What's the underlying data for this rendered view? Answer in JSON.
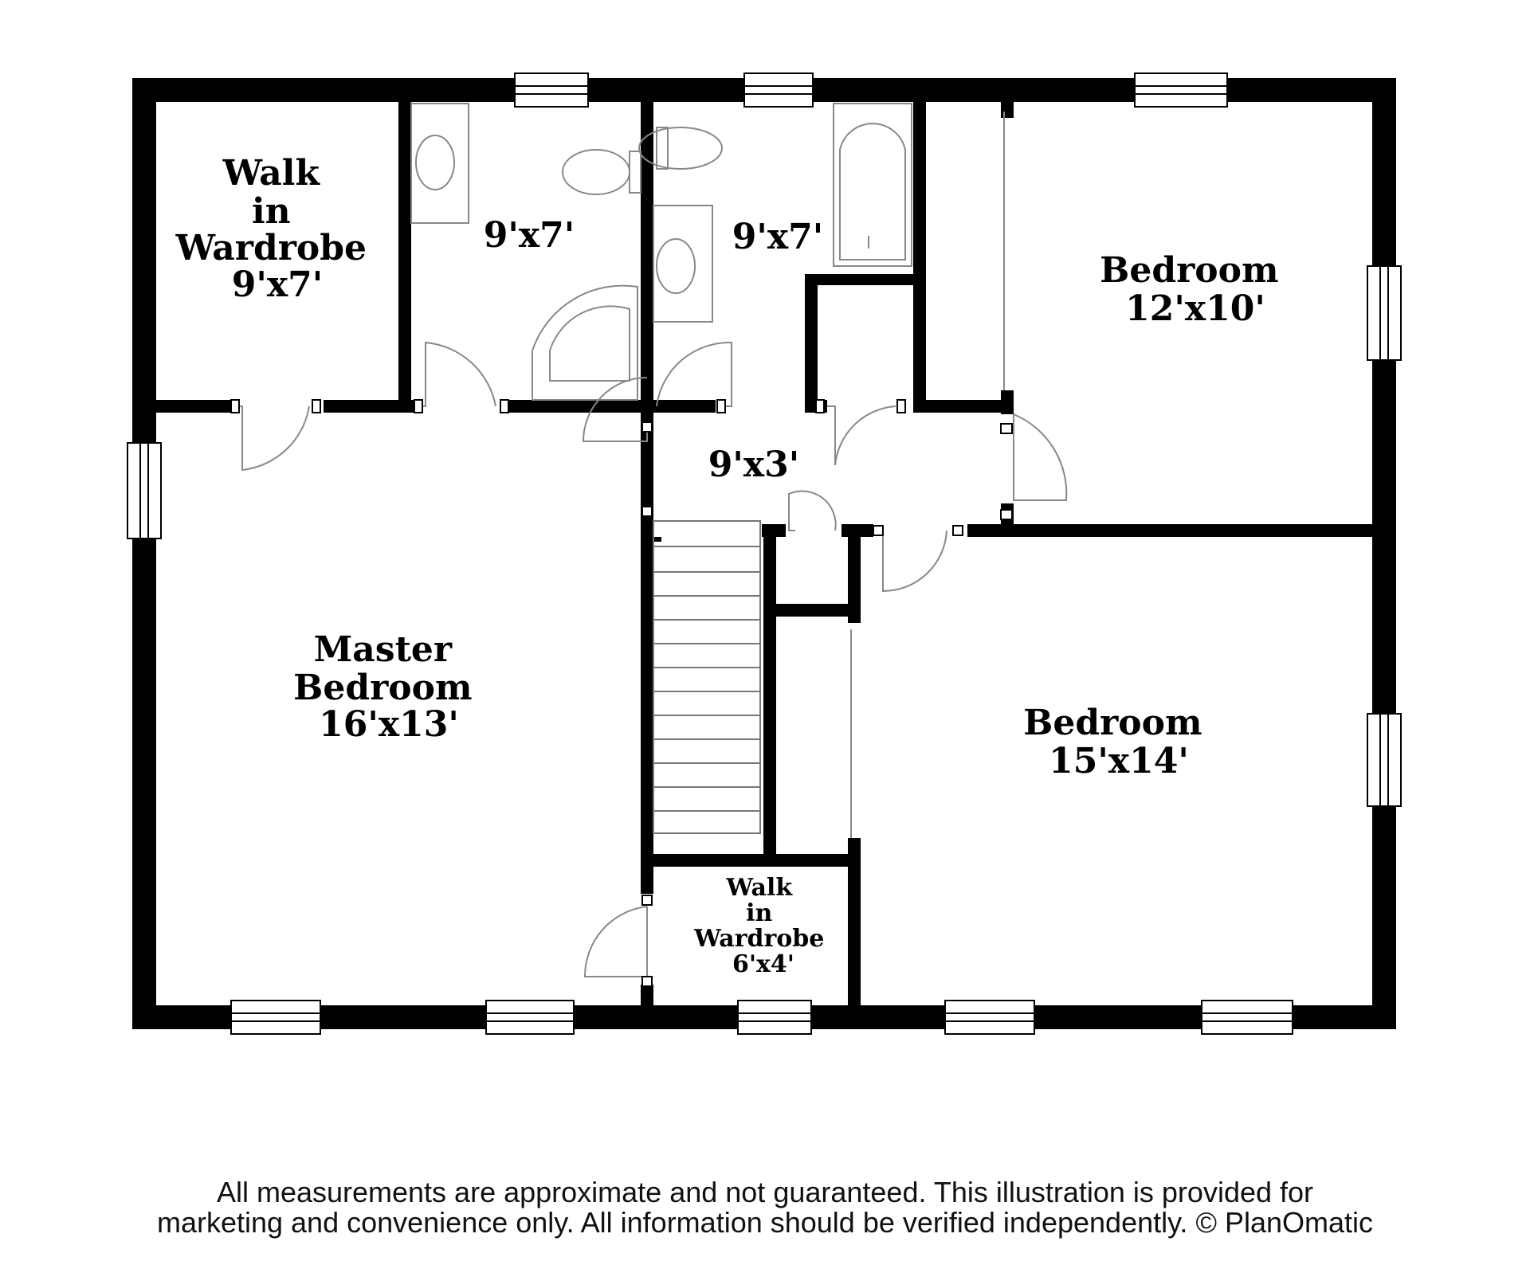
{
  "rooms": {
    "walk_in_wardrobe_1": {
      "lines": [
        "Walk",
        "in",
        "Wardrobe",
        "9'x7'"
      ]
    },
    "bath_1": {
      "lines": [
        "9'x7'"
      ]
    },
    "bath_2": {
      "lines": [
        "9'x7'"
      ]
    },
    "bedroom_1": {
      "lines": [
        "Bedroom",
        "12'x10'"
      ]
    },
    "hallway": {
      "lines": [
        "9'x3'"
      ]
    },
    "master_bedroom": {
      "lines": [
        "Master",
        "Bedroom",
        "16'x13'"
      ]
    },
    "bedroom_2": {
      "lines": [
        "Bedroom",
        "15'x14'"
      ]
    },
    "walk_in_wardrobe_2": {
      "lines": [
        "Walk",
        "in",
        "Wardrobe",
        "6'x4'"
      ]
    }
  },
  "disclaimer": {
    "line1": "All measurements are approximate and not guaranteed. This illustration is provided for",
    "line2": "marketing and convenience only. All information should be verified independently. © PlanOmatic"
  }
}
